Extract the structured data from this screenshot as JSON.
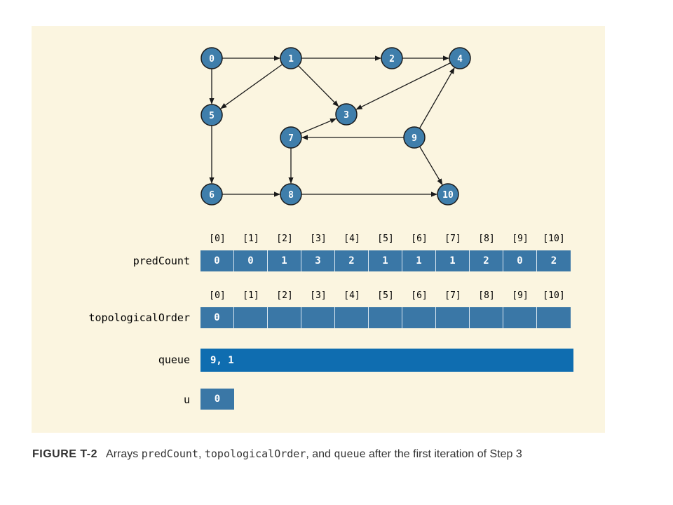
{
  "graph": {
    "vertices": [
      {
        "id": "v0",
        "label": "0"
      },
      {
        "id": "v1",
        "label": "1"
      },
      {
        "id": "v2",
        "label": "2"
      },
      {
        "id": "v3",
        "label": "3"
      },
      {
        "id": "v4",
        "label": "4"
      },
      {
        "id": "v5",
        "label": "5"
      },
      {
        "id": "v6",
        "label": "6"
      },
      {
        "id": "v7",
        "label": "7"
      },
      {
        "id": "v8",
        "label": "8"
      },
      {
        "id": "v9",
        "label": "9"
      },
      {
        "id": "v10",
        "label": "10"
      }
    ],
    "edges": [
      [
        "v0",
        "v1"
      ],
      [
        "v0",
        "v5"
      ],
      [
        "v1",
        "v2"
      ],
      [
        "v1",
        "v5"
      ],
      [
        "v1",
        "v3"
      ],
      [
        "v2",
        "v4"
      ],
      [
        "v4",
        "v3"
      ],
      [
        "v5",
        "v6"
      ],
      [
        "v6",
        "v8"
      ],
      [
        "v7",
        "v3"
      ],
      [
        "v7",
        "v8"
      ],
      [
        "v8",
        "v10"
      ],
      [
        "v9",
        "v7"
      ],
      [
        "v9",
        "v4"
      ],
      [
        "v9",
        "v10"
      ]
    ],
    "colors": {
      "node_fill": "#3f7eab",
      "node_stroke": "#1a1a1a",
      "edge": "#1a1a1a"
    }
  },
  "indices": [
    "[0]",
    "[1]",
    "[2]",
    "[3]",
    "[4]",
    "[5]",
    "[6]",
    "[7]",
    "[8]",
    "[9]",
    "[10]"
  ],
  "predCount": {
    "label": "predCount",
    "values": [
      "0",
      "0",
      "1",
      "3",
      "2",
      "1",
      "1",
      "1",
      "2",
      "0",
      "2"
    ]
  },
  "topologicalOrder": {
    "label": "topologicalOrder",
    "values": [
      "0",
      "",
      "",
      "",
      "",
      "",
      "",
      "",
      "",
      "",
      ""
    ]
  },
  "queue": {
    "label": "queue",
    "value": "9, 1"
  },
  "u": {
    "label": "u",
    "value": "0"
  },
  "caption": {
    "figure": "FIGURE T-2",
    "t1": "Arrays ",
    "c1": "predCount",
    "t2": ", ",
    "c2": "topologicalOrder",
    "t3": ", and ",
    "c3": "queue",
    "t4": " after the first iteration of Step 3"
  },
  "colors": {
    "panel": "#fbf5e0",
    "cell": "#3a77a6",
    "queue": "#0f6db0"
  }
}
